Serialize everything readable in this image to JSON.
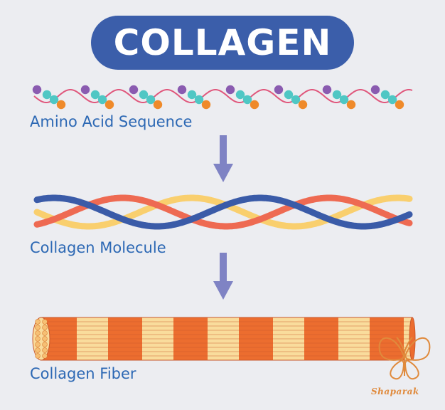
{
  "title": "COLLAGEN",
  "stages": [
    {
      "label": "Amino Acid Sequence"
    },
    {
      "label": "Collagen Molecule"
    },
    {
      "label": "Collagen Fiber"
    }
  ],
  "watermark": "Shaparak",
  "colors": {
    "title_bg": "#3b5eaa",
    "label_text": "#2c68b4",
    "arrow": "#7f83c4",
    "chain": "#e0577c",
    "bead_purple": "#8a5bb0",
    "bead_teal": "#4fc7c4",
    "bead_orange": "#ef8a2a",
    "strand_blue": "#3a5ba8",
    "strand_red": "#ee6a52",
    "strand_yellow": "#f9cf6e",
    "fiber_orange": "#ec6d2f",
    "fiber_cream": "#f9dc9c"
  }
}
